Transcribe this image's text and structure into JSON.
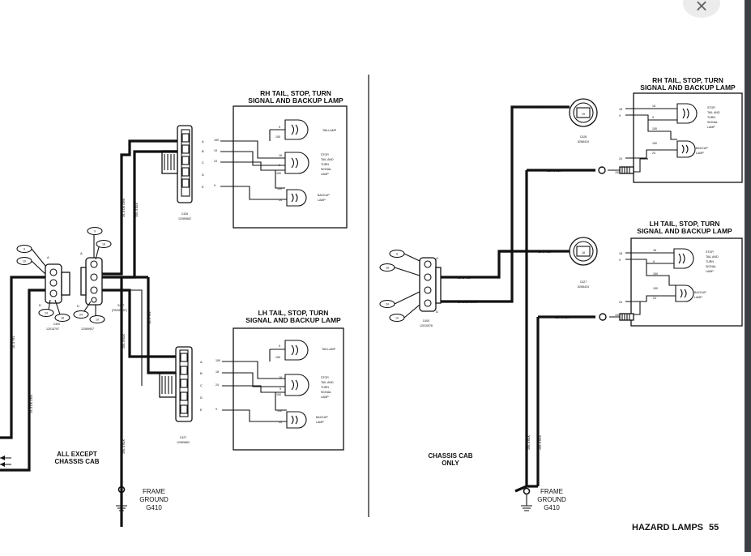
{
  "close_glyph": "×",
  "footer": {
    "section": "HAZARD LAMPS",
    "page": "55"
  },
  "left": {
    "rh_title_1": "RH TAIL, STOP, TURN",
    "rh_title_2": "SIGNAL AND BACKUP LAMP",
    "lh_title_1": "LH TAIL, STOP, TURN",
    "lh_title_2": "SIGNAL AND BACKUP LAMP",
    "variant_1": "ALL EXCEPT",
    "variant_2": "CHASSIS CAB",
    "ground_1": "FRAME",
    "ground_2": "GROUND",
    "ground_3": "G410",
    "c426_name": "C426",
    "c426_part": "12089862",
    "c427_name": "C427",
    "c427_part": "12089862",
    "c400_name": "C400",
    "c400_part_a": "12015797",
    "c400_part_b": "12089907",
    "s427_name": "S427",
    "s427_ref": "(PAGE 257)",
    "pins": [
      "A",
      "B",
      "C",
      "D",
      "E"
    ],
    "rh_wires": [
      "150",
      "19",
      "24",
      "",
      "9"
    ],
    "lh_wires": [
      "150",
      "18",
      "24",
      "",
      "9"
    ],
    "taillamp": "TAILLAMP",
    "stop_1": "STOP,",
    "stop_2": "TAIL AND",
    "stop_3": "TURN",
    "stop_4": "SIGNAL",
    "stop_5": "LAMP",
    "backup_1": "BACKUP",
    "backup_2": "LAMP",
    "n9": "9",
    "n18": "18",
    "n19": "19",
    "n24": "24",
    "n150": "150",
    "w_dkgrn": "19-.8 DK GRN",
    "w_blk": "150-.8 BLK",
    "w_yel": "18-.8 YEL",
    "ring_labels": [
      "9",
      "19",
      "24",
      "18"
    ]
  },
  "right": {
    "rh_title_1": "RH TAIL, STOP, TURN",
    "rh_title_2": "SIGNAL AND BACKUP LAMP",
    "lh_title_1": "LH TAIL, STOP, TURN",
    "lh_title_2": "SIGNAL AND BACKUP LAMP",
    "variant_1": "CHASSIS CAB",
    "variant_2": "ONLY",
    "ground_1": "FRAME",
    "ground_2": "GROUND",
    "ground_3": "G410",
    "c426_name": "C426",
    "c426_part": "8268424",
    "c427_name": "C427",
    "c427_part": "8268424",
    "c400_name": "C400",
    "c400_part": "12010976",
    "pin_a": "A",
    "pin_d": "D",
    "w_dkgrn": "19-.8 DK GRN",
    "w_yel": "18-.8 YEL",
    "w_blk": "150-.8 BLK",
    "stop_1": "STOP,",
    "stop_2": "TAIL AND",
    "stop_3": "TURN",
    "stop_4": "SIGNAL",
    "stop_5": "LAMP",
    "backup_1": "BACKUP",
    "backup_2": "LAMP",
    "n9": "9",
    "n18": "18",
    "n19": "19",
    "n24": "24",
    "n150": "150",
    "ring_labels": [
      "9",
      "18",
      "24",
      "19"
    ]
  }
}
